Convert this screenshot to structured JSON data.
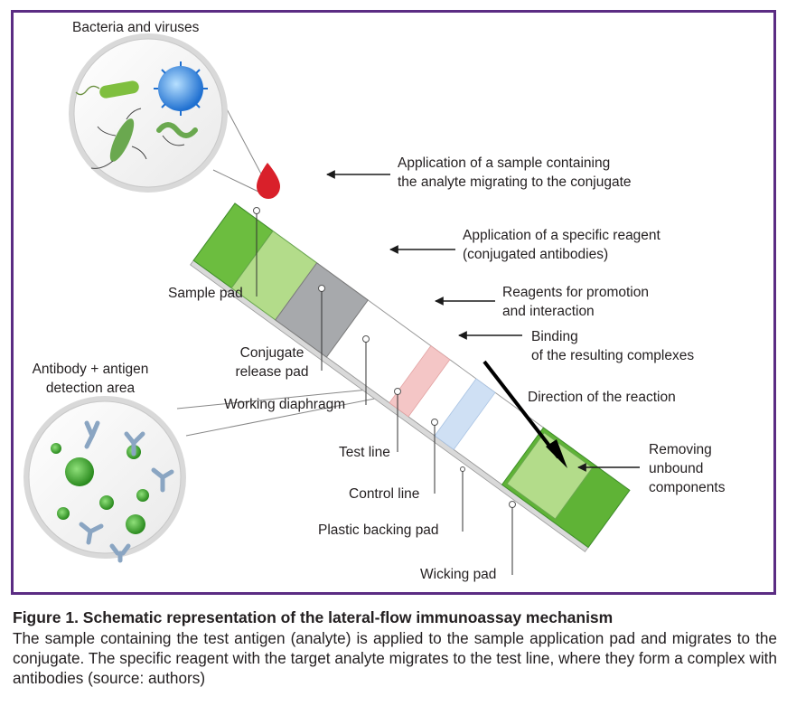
{
  "labels": {
    "bacteria_viruses": "Bacteria and viruses",
    "application_sample_l1": "Application of a sample containing",
    "application_sample_l2": "the analyte migrating to the conjugate",
    "application_reagent_l1": "Application of a specific reagent",
    "application_reagent_l2": "(conjugated antibodies)",
    "reagents_promotion_l1": "Reagents for promotion",
    "reagents_promotion_l2": "and interaction",
    "binding_l1": "Binding",
    "binding_l2": "of the resulting complexes",
    "direction": "Direction of the reaction",
    "removing_l1": "Removing",
    "removing_l2": "unbound",
    "removing_l3": "components",
    "sample_pad": "Sample pad",
    "conjugate_l1": "Conjugate",
    "conjugate_l2": "release pad",
    "antibody_l1": "Antibody + antigen",
    "antibody_l2": "detection area",
    "working_diaphragm": "Working diaphragm",
    "test_line": "Test line",
    "control_line": "Control line",
    "plastic_backing": "Plastic backing pad",
    "wicking_pad": "Wicking pad"
  },
  "caption": {
    "title": "Figure 1. Schematic representation of the lateral-flow immunoassay mechanism",
    "body": "The sample containing the test antigen (analyte) is applied to the sample application pad and migrates to the conjugate. The specific reagent with the target analyte migrates to the test line, where they form a complex with antibodies (source: authors)"
  },
  "colors": {
    "frame": "#5b2c83",
    "pad_green": "#7cc142",
    "pad_green_light": "#b3dc8a",
    "pad_green_dark": "#3f9b2b",
    "conjugate_gray": "#a7a9ac",
    "test_line": "#f4c6c6",
    "control_line": "#cfe0f4",
    "blood": "#d9202a"
  }
}
